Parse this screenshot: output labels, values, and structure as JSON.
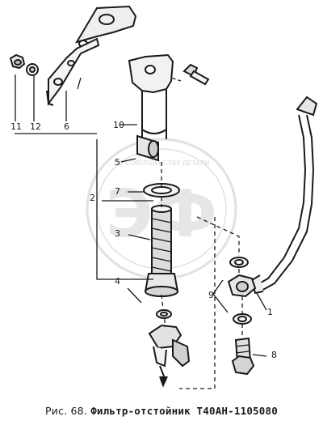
{
  "figure": {
    "caption_prefix": "Рис. 68.",
    "caption_title": "Фильтр-отстойник Т40АН-1105080"
  },
  "callouts": [
    "11",
    "12",
    "6",
    "10",
    "5",
    "2",
    "7",
    "3",
    "4",
    "9",
    "1",
    "8"
  ],
  "watermark": {
    "text": "ЭФ",
    "arc_text": "ПО СОВЕРШЕНСТВУ ДЕТАЛИ",
    "color": "#c9c9c9"
  },
  "colors": {
    "ink": "#1a1a1a",
    "part_shade": "#e8e8e8"
  }
}
